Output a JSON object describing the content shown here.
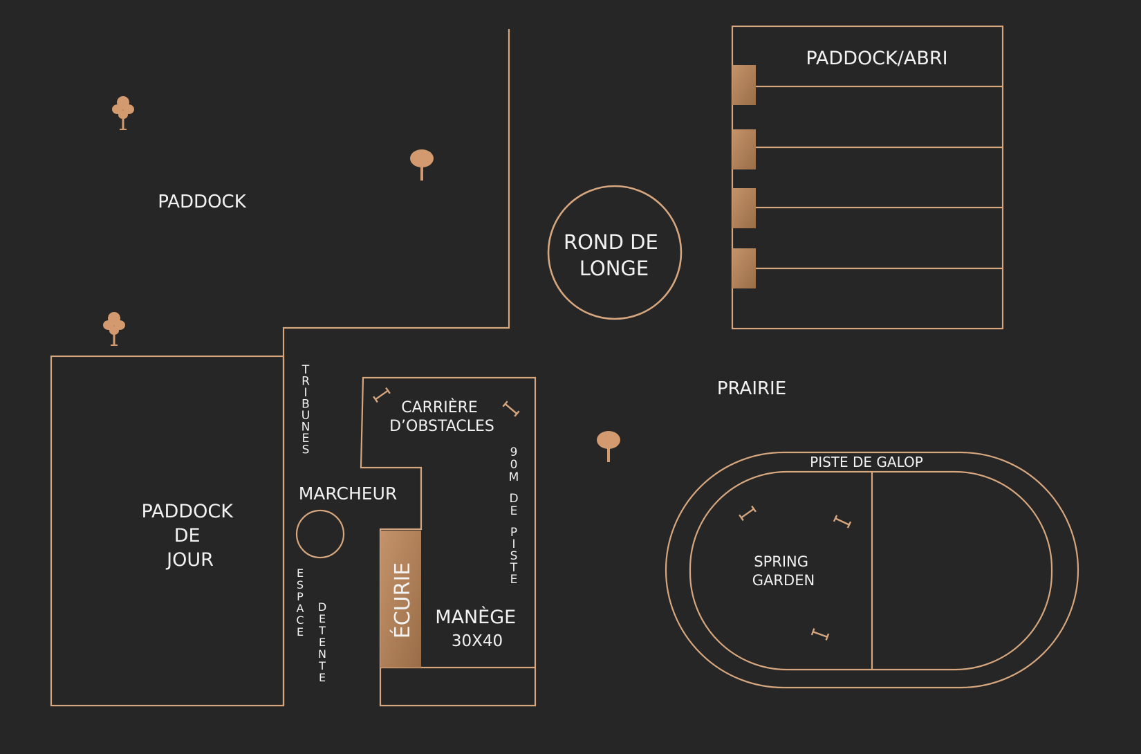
{
  "colors": {
    "background": "#262626",
    "line": "#d6a77f",
    "accent": "#b38259",
    "text": "#f2f2f2"
  },
  "labels": {
    "paddock": "PADDOCK",
    "paddock_abri": "PADDOCK/ABRI",
    "rond_de_longe": [
      "ROND DE",
      "LONGE"
    ],
    "prairie": "PRAIRIE",
    "paddock_de_jour": [
      "PADDOCK",
      "DE",
      "JOUR"
    ],
    "tribunes": "TRIBUNES",
    "carriere_obstacles": [
      "CARRIÈRE",
      "D’OBSTACLES"
    ],
    "piste_length": [
      "90M",
      "DE",
      "PISTE"
    ],
    "marcheur": "MARCHEUR",
    "ecurie": "ÉCURIE",
    "manege": [
      "MANÈGE",
      "30X40"
    ],
    "espace_detente": [
      "ESPACE",
      "DETENTE"
    ],
    "piste_de_galop": "PISTE DE GALOP",
    "spring_garden": [
      "SPRING",
      "GARDEN"
    ]
  },
  "icons": {
    "tree": "tree-icon",
    "obstacle": "obstacle-jump-icon"
  }
}
